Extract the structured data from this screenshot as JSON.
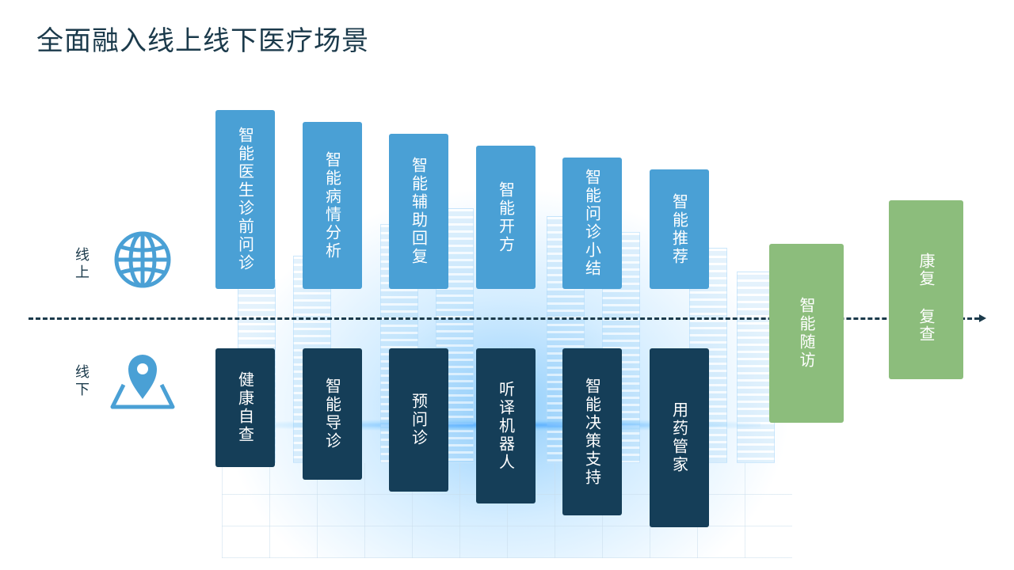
{
  "title": "全面融入线上线下医疗场景",
  "labels": {
    "online": "线上",
    "offline": "线下"
  },
  "icons": {
    "online": "globe-icon",
    "offline": "location-pin-icon"
  },
  "colors": {
    "online": "#4aa0d5",
    "offline": "#153e58",
    "followup": "#8cbd7c",
    "axis": "#1b3a4b"
  },
  "online_items": [
    "智能医生诊前问诊",
    "智能病情分析",
    "智能辅助回复",
    "智能开方",
    "智能问诊小结",
    "智能推荐"
  ],
  "offline_items": [
    "健康自查",
    "智能导诊",
    "预问诊",
    "听译机器人",
    "智能决策支持",
    "用药管家"
  ],
  "followup": "智能随访",
  "rehab": "康复 复查"
}
